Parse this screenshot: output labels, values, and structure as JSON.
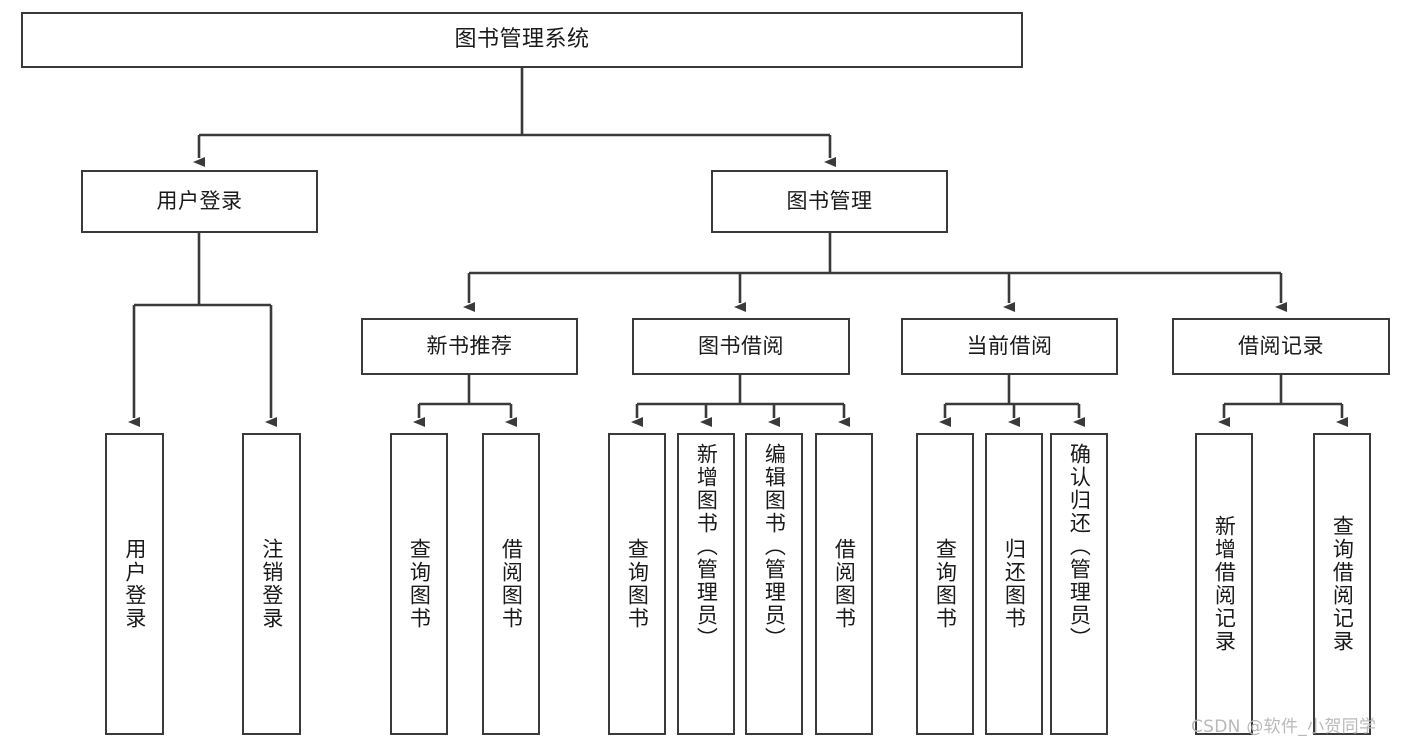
{
  "diagram": {
    "type": "tree-hierarchy",
    "title": "图书管理系统",
    "watermark": "CSDN @软件_小贺同学",
    "colors": {
      "border": "#3a3a3a",
      "background": "#ffffff",
      "text": "#1a1a1a",
      "watermark": "#b9b9b9"
    },
    "levels": {
      "root": {
        "label": "图书管理系统"
      },
      "level2": [
        {
          "label": "用户登录"
        },
        {
          "label": "图书管理"
        }
      ],
      "level3": [
        {
          "label": "新书推荐"
        },
        {
          "label": "图书借阅"
        },
        {
          "label": "当前借阅"
        },
        {
          "label": "借阅记录"
        }
      ],
      "leaves": {
        "user_login": [
          {
            "label": "用户登录"
          },
          {
            "label": "注销登录"
          }
        ],
        "new_book_recommend": [
          {
            "label": "查询图书"
          },
          {
            "label": "借阅图书"
          }
        ],
        "book_borrow": [
          {
            "label": "查询图书"
          },
          {
            "label": "新增图书（管理员）"
          },
          {
            "label": "编辑图书（管理员）"
          },
          {
            "label": "借阅图书"
          }
        ],
        "current_borrow": [
          {
            "label": "查询图书"
          },
          {
            "label": "归还图书"
          },
          {
            "label": "确认归还（管理员）"
          }
        ],
        "borrow_record": [
          {
            "label": "新增借阅记录"
          },
          {
            "label": "查询借阅记录"
          }
        ]
      }
    }
  }
}
